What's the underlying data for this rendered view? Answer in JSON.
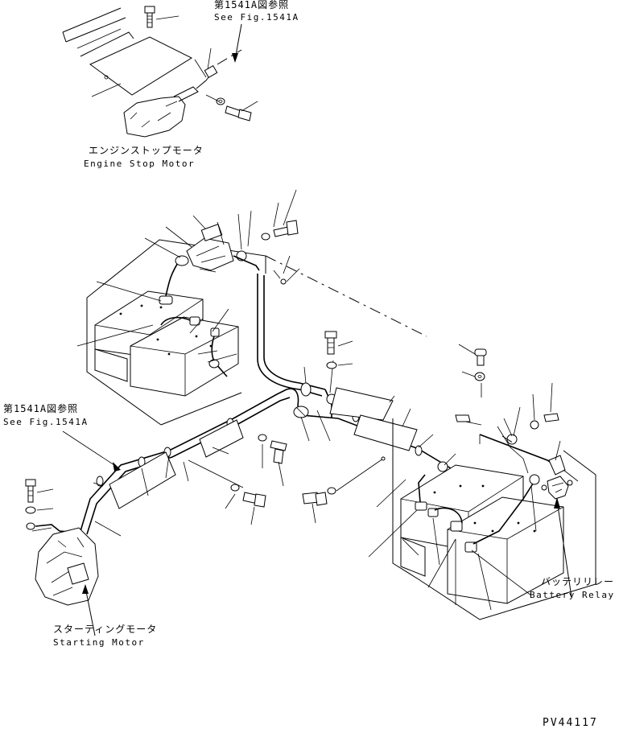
{
  "labels": {
    "ref_top_jp": "第1541A図参照",
    "ref_top_en": "See Fig.1541A",
    "engine_stop_motor_jp": "エンジンストップモータ",
    "engine_stop_motor_en": "Engine Stop Motor",
    "ref_left_jp": "第1541A図参照",
    "ref_left_en": "See Fig.1541A",
    "starting_motor_jp": "スターティングモータ",
    "starting_motor_en": "Starting Motor",
    "battery_relay_jp": "バッテリリレー",
    "battery_relay_en": "Battery Relay",
    "drawing_code": "PV44117"
  },
  "icons": {
    "engine_stop_motor": "engine-stop-motor-icon",
    "starting_motor": "starting-motor-icon",
    "battery_relay": "battery-relay-icon",
    "battery": "battery-icon",
    "bolt": "bolt-icon",
    "washer": "washer-icon"
  }
}
